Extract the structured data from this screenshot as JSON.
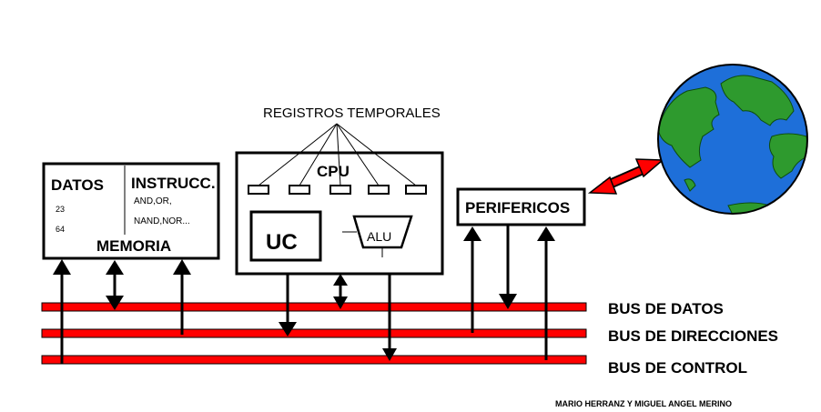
{
  "diagram": {
    "registros_label": "REGISTROS TEMPORALES",
    "memoria": {
      "datos_label": "DATOS",
      "datos_values": [
        "23",
        "64"
      ],
      "instrucc_label": "INSTRUCC.",
      "instrucc_lines": [
        "AND,OR,",
        "NAND,NOR..."
      ],
      "title": "MEMORIA"
    },
    "cpu": {
      "title": "CPU",
      "uc_label": "UC",
      "alu_label": "ALU"
    },
    "perifericos_label": "PERIFERICOS",
    "buses": [
      "BUS DE DATOS",
      "BUS DE DIRECCIONES",
      "BUS DE CONTROL"
    ],
    "credit": "MARIO HERRANZ Y MIGUEL ANGEL MERINO",
    "colors": {
      "bus": "#ff0000",
      "globe_ocean": "#1e6fd9",
      "globe_land": "#2e9a2e",
      "link_arrow": "#ff0000"
    }
  }
}
